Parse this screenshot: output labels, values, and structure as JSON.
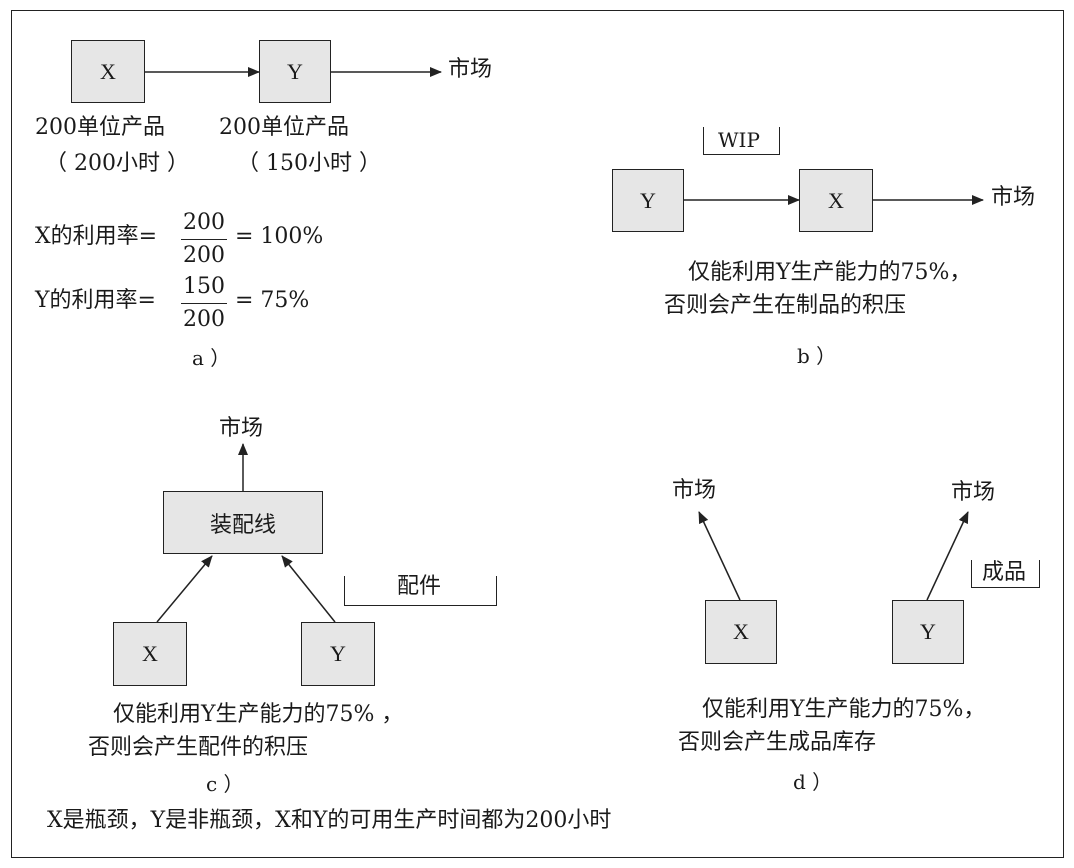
{
  "panel_a": {
    "box_x": "X",
    "box_y": "Y",
    "market": "市场",
    "x_units": "200单位产品",
    "x_hours": "（ 200小时 ）",
    "y_units": "200单位产品",
    "y_hours": "（ 150小时 ）",
    "x_util_label": "X的利用率=",
    "x_util_num": "200",
    "x_util_den": "200",
    "x_util_result": "= 100%",
    "y_util_label": "Y的利用率=",
    "y_util_num": "150",
    "y_util_den": "200",
    "y_util_result": "= 75%",
    "caption": "a ）"
  },
  "panel_b": {
    "wip_label": "WIP",
    "box_y": "Y",
    "box_x": "X",
    "market": "市场",
    "note_line1": "仅能利用Y生产能力的75%，",
    "note_line2": "否则会产生在制品的积压",
    "caption": "b ）"
  },
  "panel_c": {
    "market": "市场",
    "assembly": "装配线",
    "parts_label": "配件",
    "box_x": "X",
    "box_y": "Y",
    "note_line1": "仅能利用Y生产能力的75% ，",
    "note_line2": "否则会产生配件的积压",
    "caption": "c ）"
  },
  "panel_d": {
    "market_left": "市场",
    "market_right": "市场",
    "finished_label": "成品",
    "box_x": "X",
    "box_y": "Y",
    "note_line1": "仅能利用Y生产能力的75%，",
    "note_line2": "否则会产生成品库存",
    "caption": "d ）"
  },
  "footer": "X是瓶颈，Y是非瓶颈，X和Y的可用生产时间都为200小时"
}
